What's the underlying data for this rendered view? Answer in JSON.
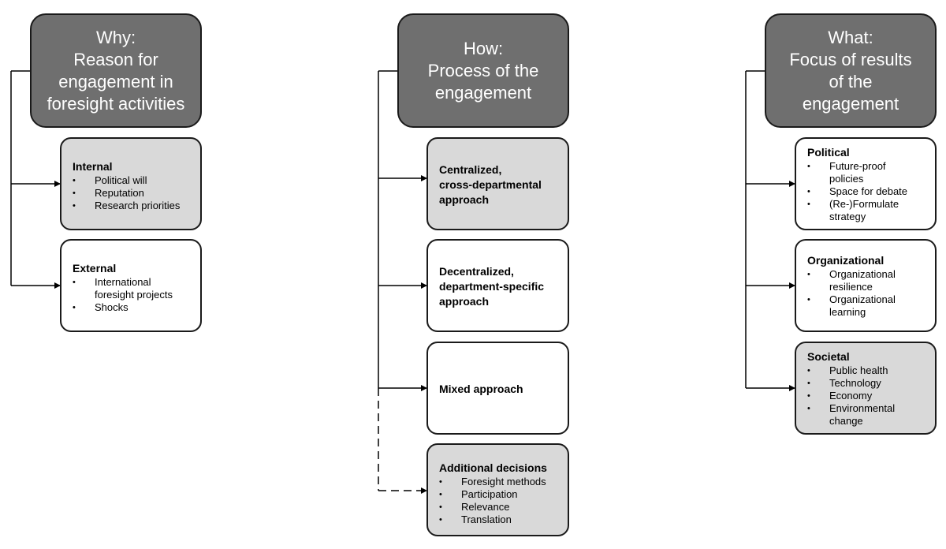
{
  "columns": [
    {
      "header": [
        "Why:",
        "Reason for",
        "engagement in",
        "foresight activities"
      ],
      "boxes": [
        {
          "title": [
            "Internal"
          ],
          "items": [
            "Political will",
            "Reputation",
            "Research priorities"
          ]
        },
        {
          "title": [
            "External"
          ],
          "items": [
            "International foresight projects",
            "Shocks"
          ]
        }
      ]
    },
    {
      "header": [
        "How:",
        "Process of the",
        "engagement"
      ],
      "boxes": [
        {
          "title": [
            "Centralized,",
            "cross-departmental",
            "approach"
          ],
          "items": []
        },
        {
          "title": [
            "Decentralized,",
            "department-specific",
            "approach"
          ],
          "items": []
        },
        {
          "title": [
            "Mixed approach"
          ],
          "items": []
        },
        {
          "title": [
            "Additional decisions"
          ],
          "items": [
            "Foresight methods",
            "Participation",
            "Relevance",
            "Translation"
          ]
        }
      ]
    },
    {
      "header": [
        "What:",
        "Focus of results",
        "of the",
        "engagement"
      ],
      "boxes": [
        {
          "title": [
            "Political"
          ],
          "items": [
            "Future-proof policies",
            "Space for debate",
            "(Re-)Formulate strategy"
          ]
        },
        {
          "title": [
            "Organizational"
          ],
          "items": [
            "Organizational resilience",
            "Organizational learning"
          ]
        },
        {
          "title": [
            "Societal"
          ],
          "items": [
            "Public health",
            "Technology",
            "Economy",
            "Environmental change"
          ]
        }
      ]
    }
  ],
  "colors": {
    "header_fill": "#6f6f6f",
    "header_text": "#ffffff",
    "shaded_box": "#d9d9d9",
    "plain_box": "#ffffff",
    "border": "#1a1a1a"
  }
}
